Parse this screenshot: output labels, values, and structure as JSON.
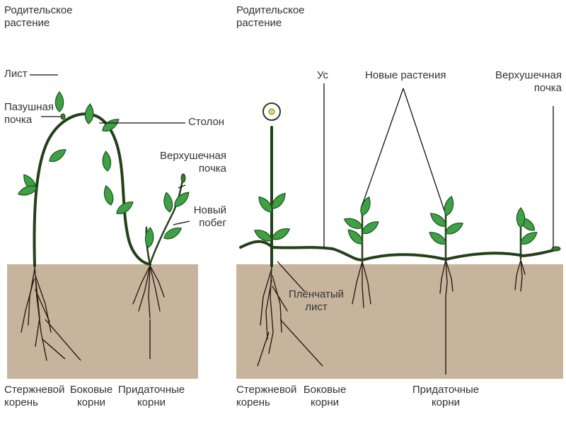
{
  "left_panel": {
    "parent_plant_line1": "Родительское",
    "parent_plant_line2": "растение",
    "leaf": "Лист",
    "axillary_bud_line1": "Пазушная",
    "axillary_bud_line2": "почка",
    "stolon": "Столон",
    "apical_bud_line1": "Верхушечная",
    "apical_bud_line2": "почка",
    "new_shoot_line1": "Новый",
    "new_shoot_line2": "побег",
    "taproot_line1": "Стержневой",
    "taproot_line2": "корень",
    "lateral_roots_line1": "Боковые",
    "lateral_roots_line2": "корни",
    "adventitious_roots_line1": "Придаточные",
    "adventitious_roots_line2": "корни"
  },
  "right_panel": {
    "parent_plant_line1": "Родительское",
    "parent_plant_line2": "растение",
    "runner": "Ус",
    "new_plants": "Новые растения",
    "apical_bud_line1": "Верхушечная",
    "apical_bud_line2": "почка",
    "scale_leaf_line1": "Плёнчатый",
    "scale_leaf_line2": "лист",
    "taproot_line1": "Стержневой",
    "taproot_line2": "корень",
    "lateral_roots_line1": "Боковые",
    "lateral_roots_line2": "корни",
    "adventitious_roots_line1": "Придаточные",
    "adventitious_roots_line2": "корни"
  },
  "colors": {
    "soil": "#c7b49c",
    "stem": "#24401a",
    "leaf": "#3fa046",
    "label_text": "#333333"
  }
}
